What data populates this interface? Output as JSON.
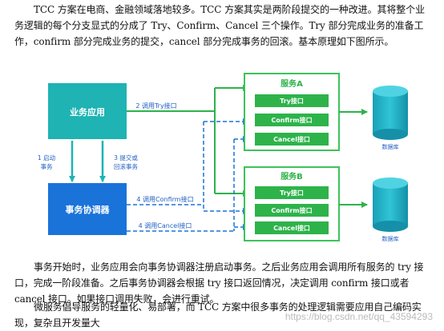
{
  "text": {
    "intro": "TCC 方案在电商、金融领域落地较多。TCC 方案其实是两阶段提交的一种改进。其将整个业务逻辑的每个分支显式的分成了 Try、Confirm、Cancel 三个操作。Try 部分完成业务的准备工作，confirm 部分完成业务的提交，cancel 部分完成事务的回滚。基本原理如下图所示。",
    "para2": "事务开始时，业务应用会向事务协调器注册启动事务。之后业务应用会调用所有服务的 try 接口，完成一阶段准备。之后事务协调器会根据 try 接口返回情况，决定调用 confirm 接口或者 cancel 接口。如果接口调用失败，会进行重试。",
    "para3": "微服务倡导服务的轻量化、易部署，而 TCC 方案中很多事务的处理逻辑需要应用自己编码实现，复杂且开发量大"
  },
  "diagram": {
    "business_app": "业务应用",
    "coordinator": "事务协调器",
    "service_a": {
      "title": "服务A",
      "try": "Try接口",
      "confirm": "Confirm接口",
      "cancel": "Cancel接口"
    },
    "service_b": {
      "title": "服务B",
      "try": "Try接口",
      "confirm": "Confirm接口",
      "cancel": "Cancel接口"
    },
    "db_label_a": "数据库",
    "db_label_b": "数据库",
    "arrow_call_try": "2 调用Try接口",
    "arrow_start_line1": "1 启动",
    "arrow_start_line2": "事务",
    "arrow_submit_line1": "3 提交或",
    "arrow_submit_line2": "回滚事务",
    "arrow_call_confirm": "4 调用Confirm接口",
    "arrow_call_cancel": "4 调用Cancel接口",
    "colors": {
      "teal": "#1fb3b3",
      "blue": "#1a73d9",
      "green": "#2db34a",
      "green_border": "#3cc35b",
      "label_blue": "#1f5fc5"
    }
  },
  "watermark": "https://blog.csdn.net/qq_43594293"
}
